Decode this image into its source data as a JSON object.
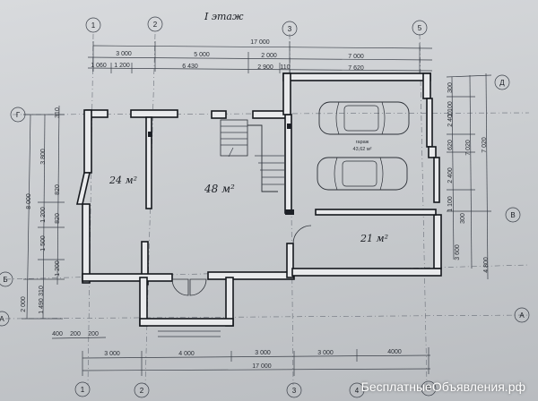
{
  "floor_title": "I этаж",
  "axes": {
    "top": [
      "1",
      "2",
      "3",
      "5"
    ],
    "bottom": [
      "1",
      "2",
      "3",
      "4",
      "5"
    ],
    "left": [
      "Г",
      "Б",
      "А"
    ],
    "right": [
      "Д",
      "В",
      "А"
    ]
  },
  "dims_top": {
    "overall": "17 000",
    "row2": [
      "3 000",
      "5 000",
      "2 000",
      "7 000"
    ],
    "row3": [
      "1 060",
      "1 200",
      "6 430",
      "2 900",
      "110",
      "7 620"
    ]
  },
  "dims_bottom": {
    "row1": [
      "3 000",
      "4 000",
      "3 000",
      "3 000",
      "4000"
    ],
    "overall": "17 000",
    "small": [
      "400",
      "200",
      "200"
    ]
  },
  "dims_left": {
    "outer": [
      "8 000",
      "2 000"
    ],
    "mid": [
      "3 800",
      "1 200",
      "1 500",
      "310",
      "1 490"
    ],
    "inner": [
      "310",
      "820",
      "820",
      "1 200"
    ]
  },
  "dims_right": {
    "inner": [
      "300",
      "1 100",
      "2 400",
      "620",
      "2 400",
      "1 100",
      "300"
    ],
    "mid": [
      "7 020",
      "3 600"
    ],
    "outer": [
      "7 020",
      "4 800"
    ]
  },
  "rooms": [
    {
      "label": "24 м²"
    },
    {
      "label": "48 м²"
    },
    {
      "label": "21 м²"
    }
  ],
  "garage": {
    "name": "гараж",
    "area": "43,62 м²"
  },
  "watermark": "БесплатныеОбъявления.рф"
}
